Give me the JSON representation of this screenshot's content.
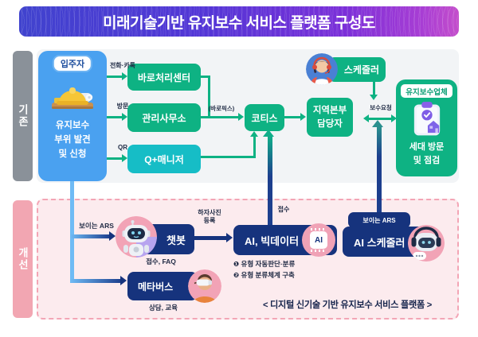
{
  "title": "미래기술기반 유지보수 서비스 플랫폼 구성도",
  "colors": {
    "banner_gradient_start": "#4043ce",
    "banner_gradient_end": "#c44ecb",
    "green_box": "#0eb283",
    "cyan_box": "#16bdc6",
    "navy_box": "#16337d",
    "resident_blue": "#4aa1f0",
    "light_blue_arrow": "#6fbbf5",
    "gray_bar": "#8a9199",
    "pink_bar": "#f2a6b2",
    "pink_panel_bg": "#fcebee",
    "pink_panel_border": "#f3a5b5",
    "top_panel_bg": "#f2f4f6",
    "pink_icon_circle": "#f0a2b6",
    "label_text": "#1f2a44"
  },
  "icons": {
    "hard_hat": "hard-hat-icon",
    "headset_agent": "headset-agent-icon",
    "clipboard_check": "clipboard-check-icon",
    "chatbot_robot": "chatbot-robot-icon",
    "vr_person": "vr-headset-icon",
    "ai_chip": "ai-chip-icon",
    "ai_robot": "ai-robot-headset-icon"
  },
  "section_existing": {
    "label": "기존"
  },
  "section_improved": {
    "label": "개선"
  },
  "resident": {
    "badge": "입주자",
    "desc_lines": [
      "유지보수",
      "부위 발견",
      "및 신청"
    ]
  },
  "channels": [
    {
      "arrow_label": "전화·카톡",
      "box_label": "바로처리센터"
    },
    {
      "arrow_label": "방문",
      "box_label": "관리사무소"
    },
    {
      "arrow_label": "QR",
      "box_label": "Q+매니저"
    }
  ],
  "cotis": {
    "label": "코티스",
    "left_arrow_label": "(바로픽스)",
    "bottom_arrow_label": "접수"
  },
  "scheduler": {
    "label": "스케줄러"
  },
  "regional_manager": {
    "lines": [
      "지역본부",
      "담당자"
    ]
  },
  "repair_request_label": "보수요청",
  "maintenance_company": {
    "badge": "유지보수업체",
    "desc_lines": [
      "세대 방문",
      "및 점검"
    ]
  },
  "visible_ars_label": "보이는 ARS",
  "chatbot": {
    "label": "챗봇",
    "sub_label": "접수, FAQ",
    "out_arrow_lines": [
      "하자사진",
      "등록"
    ]
  },
  "metaverse": {
    "label": "메타버스",
    "sub_label": "상담, 교육"
  },
  "ai_bigdata": {
    "label": "AI, 빅데이터",
    "chip_label": "AI",
    "notes": [
      "❶ 유형 자동판단·분류",
      "❷ 유형 분류체계 구축"
    ]
  },
  "ai_scheduler": {
    "tab_label": "보이는 ARS",
    "label": "AI 스케줄러"
  },
  "caption": "< 디지털 신기술 기반 유지보수 서비스 플랫폼 >"
}
